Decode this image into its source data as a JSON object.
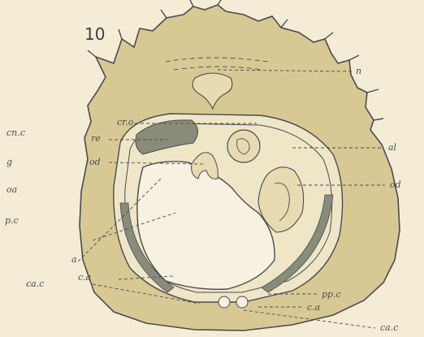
{
  "figure": {
    "number": "10",
    "labels": {
      "n": "n",
      "cro": "cr.o",
      "re": "re",
      "od_left": "od",
      "al": "al",
      "od_right": "od",
      "cnc": "cn.c",
      "g": "g",
      "oa": "oa",
      "pc": "p.c",
      "a": "a",
      "ca_mid": "c.a",
      "cac_left": "ca.c",
      "ppc": "pp.c",
      "ca_lower": "c.a",
      "cac_lower": "ca.c"
    }
  },
  "colors": {
    "paper": "#f4ecd5",
    "body": "#d8c994",
    "ink": "#4a4a52",
    "cavity": "#f6f1e0",
    "muscle": "#8a8c7a"
  }
}
